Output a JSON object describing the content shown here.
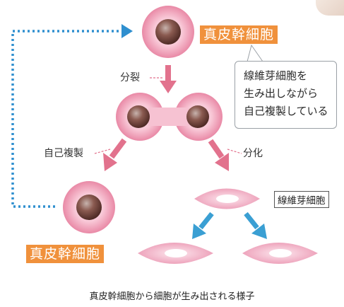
{
  "labels": {
    "stem_cell_top": "真皮幹細胞",
    "stem_cell_bottom": "真皮幹細胞",
    "division": "分裂",
    "self_renewal": "自己複製",
    "differentiation": "分化",
    "fibroblast": "線維芽細胞"
  },
  "callout": {
    "line1": "線維芽細胞を",
    "line2": "生み出しながら",
    "line3": "自己複製している"
  },
  "caption": "真皮幹細胞から細胞が生み出される様子",
  "colors": {
    "arrow_pink": "#e2728d",
    "arrow_blue": "#3a9fd3",
    "dotted_blue": "#2f8fcf",
    "label_orange": "#f0913c",
    "cell_pink": "#ee9cb5",
    "nucleus_brown": "#7a4a42"
  }
}
